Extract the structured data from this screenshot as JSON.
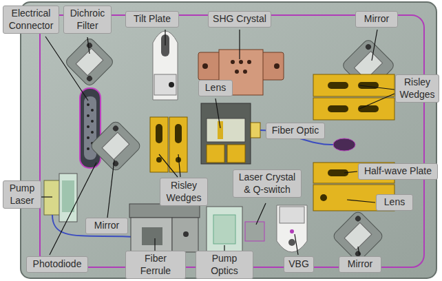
{
  "diagram": {
    "nodes": [
      {
        "text": [
          "Electrical Connector"
        ]
      },
      {
        "text": [
          "Dichroic Filter"
        ]
      },
      {
        "text": [
          "Tilt Plate"
        ]
      },
      {
        "text": [
          "SHG Crystal"
        ]
      },
      {
        "text": [
          "Mirror"
        ]
      },
      {
        "text": [
          "Lens"
        ]
      },
      {
        "text": [
          "Risley Wedges"
        ]
      },
      {
        "text": [
          "Fiber Optic"
        ]
      },
      {
        "text": [
          "Pump Laser"
        ]
      },
      {
        "text": [
          "Risley Wedges"
        ]
      },
      {
        "text": [
          "Laser Crystal & Q-switch"
        ]
      },
      {
        "text": [
          "Half-wave Plate"
        ]
      },
      {
        "text": [
          "Lens"
        ]
      },
      {
        "text": [
          "Mirror"
        ]
      },
      {
        "text": [
          "Photodiode"
        ]
      },
      {
        "text": [
          "Fiber Ferrule"
        ]
      },
      {
        "text": [
          "Pump Optics"
        ]
      },
      {
        "text": [
          "VBG"
        ]
      },
      {
        "text": [
          "Mirror"
        ]
      }
    ]
  }
}
